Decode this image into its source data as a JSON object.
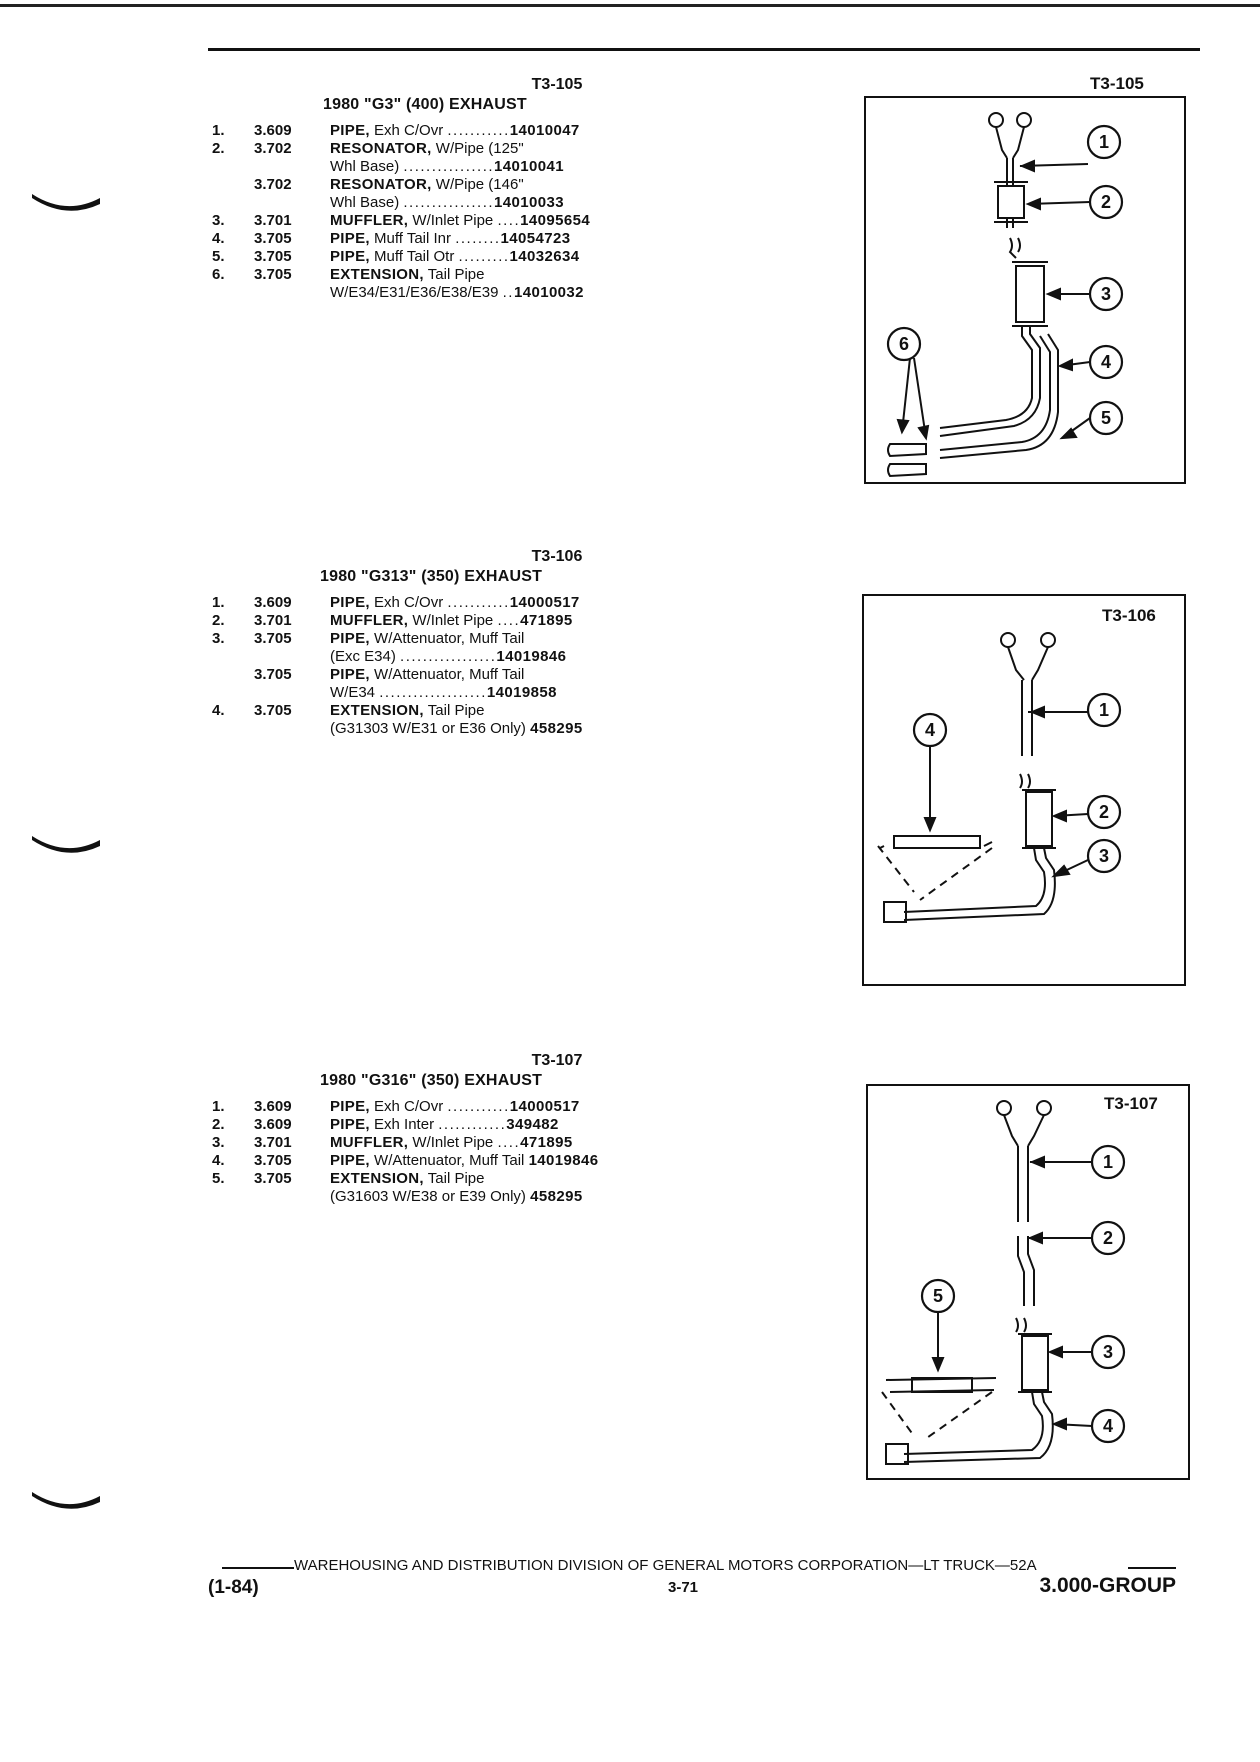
{
  "sections": [
    {
      "code": "T3-105",
      "title": "1980 \"G3\" (400) EXHAUST",
      "rows": [
        {
          "num": "1.",
          "grp": "3.609",
          "name": "PIPE,",
          "desc": "Exh C/Ovr",
          "dots": "...........",
          "pn": "14010047"
        },
        {
          "num": "2.",
          "grp": "3.702",
          "name": "RESONATOR,",
          "desc": "W/Pipe (125\"",
          "dots": "",
          "pn": ""
        },
        {
          "num": "",
          "grp": "",
          "name": "",
          "desc": "Whl Base)",
          "dots": "................",
          "pn": "14010041"
        },
        {
          "num": "",
          "grp": "3.702",
          "name": "RESONATOR,",
          "desc": "W/Pipe (146\"",
          "dots": "",
          "pn": ""
        },
        {
          "num": "",
          "grp": "",
          "name": "",
          "desc": "Whl Base)",
          "dots": "................",
          "pn": "14010033"
        },
        {
          "num": "3.",
          "grp": "3.701",
          "name": "MUFFLER,",
          "desc": "W/Inlet Pipe",
          "dots": "....",
          "pn": "14095654"
        },
        {
          "num": "4.",
          "grp": "3.705",
          "name": "PIPE,",
          "desc": "Muff Tail Inr",
          "dots": "........",
          "pn": "14054723"
        },
        {
          "num": "5.",
          "grp": "3.705",
          "name": "PIPE,",
          "desc": "Muff Tail Otr",
          "dots": ".........",
          "pn": "14032634"
        },
        {
          "num": "6.",
          "grp": "3.705",
          "name": "EXTENSION,",
          "desc": "Tail Pipe",
          "dots": "",
          "pn": ""
        },
        {
          "num": "",
          "grp": "",
          "name": "",
          "desc": "W/E34/E31/E36/E38/E39",
          "dots": "..",
          "pn": "14010032"
        }
      ],
      "diagram_label": "T3-105",
      "callouts": [
        "1",
        "2",
        "3",
        "4",
        "5",
        "6"
      ]
    },
    {
      "code": "T3-106",
      "title": "1980 \"G313\" (350) EXHAUST",
      "rows": [
        {
          "num": "1.",
          "grp": "3.609",
          "name": "PIPE,",
          "desc": "Exh C/Ovr",
          "dots": "...........",
          "pn": "14000517"
        },
        {
          "num": "2.",
          "grp": "3.701",
          "name": "MUFFLER,",
          "desc": "W/Inlet Pipe",
          "dots": "....",
          "pn": "471895"
        },
        {
          "num": "3.",
          "grp": "3.705",
          "name": "PIPE,",
          "desc": "W/Attenuator, Muff Tail",
          "dots": "",
          "pn": ""
        },
        {
          "num": "",
          "grp": "",
          "name": "",
          "desc": "(Exc E34)",
          "dots": ".................",
          "pn": "14019846"
        },
        {
          "num": "",
          "grp": "3.705",
          "name": "PIPE,",
          "desc": "W/Attenuator, Muff Tail",
          "dots": "",
          "pn": ""
        },
        {
          "num": "",
          "grp": "",
          "name": "",
          "desc": "W/E34",
          "dots": "...................",
          "pn": "14019858"
        },
        {
          "num": "4.",
          "grp": "3.705",
          "name": "EXTENSION,",
          "desc": "Tail Pipe",
          "dots": "",
          "pn": ""
        },
        {
          "num": "",
          "grp": "",
          "name": "",
          "desc": "(G31303 W/E31 or E36 Only)",
          "dots": "",
          "pn": "458295"
        }
      ],
      "diagram_label": "T3-106",
      "callouts": [
        "1",
        "2",
        "3",
        "4"
      ]
    },
    {
      "code": "T3-107",
      "title": "1980 \"G316\" (350) EXHAUST",
      "rows": [
        {
          "num": "1.",
          "grp": "3.609",
          "name": "PIPE,",
          "desc": "Exh C/Ovr",
          "dots": "...........",
          "pn": "14000517"
        },
        {
          "num": "2.",
          "grp": "3.609",
          "name": "PIPE,",
          "desc": "Exh Inter",
          "dots": "............",
          "pn": "349482"
        },
        {
          "num": "3.",
          "grp": "3.701",
          "name": "MUFFLER,",
          "desc": "W/Inlet Pipe",
          "dots": "....",
          "pn": "471895"
        },
        {
          "num": "4.",
          "grp": "3.705",
          "name": "PIPE,",
          "desc": "W/Attenuator, Muff Tail",
          "dots": "",
          "pn": "14019846"
        },
        {
          "num": "5.",
          "grp": "3.705",
          "name": "EXTENSION,",
          "desc": "Tail Pipe",
          "dots": "",
          "pn": ""
        },
        {
          "num": "",
          "grp": "",
          "name": "",
          "desc": "(G31603 W/E38 or E39 Only)",
          "dots": "",
          "pn": "458295"
        }
      ],
      "diagram_label": "T3-107",
      "callouts": [
        "1",
        "2",
        "3",
        "4",
        "5"
      ]
    }
  ],
  "footer": {
    "line": "WAREHOUSING AND DISTRIBUTION DIVISION OF GENERAL MOTORS CORPORATION—LT TRUCK—52A",
    "date": "(1-84)",
    "page": "3-71",
    "group": "3.000-GROUP"
  }
}
